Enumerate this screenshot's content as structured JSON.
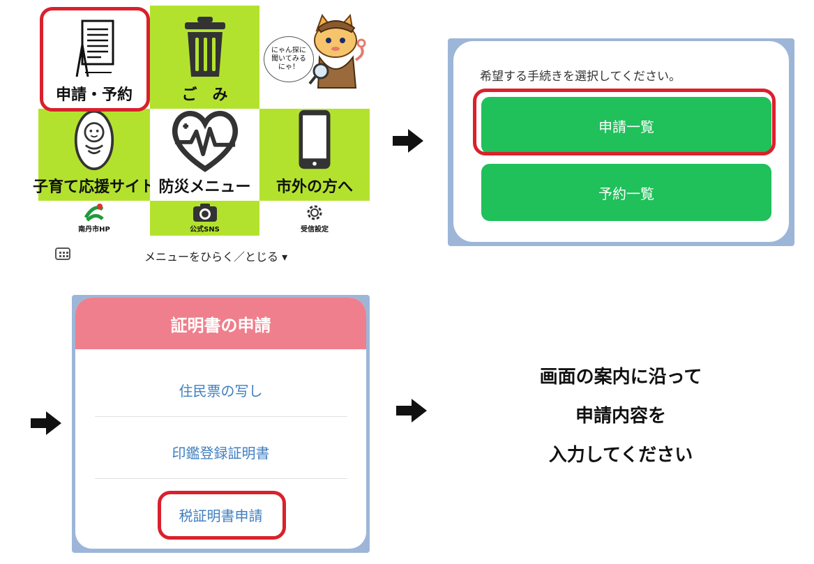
{
  "rich_menu": {
    "tiles": [
      {
        "label": "申請・予約",
        "icon": "document-icon"
      },
      {
        "label": "ご　み",
        "icon": "trash-can-icon"
      },
      {
        "label": "子育て応援サイト",
        "icon": "baby-icon"
      },
      {
        "label": "防災メニュー",
        "icon": "heart-pulse-icon"
      },
      {
        "label": "市外の方へ",
        "icon": "smartphone-icon"
      }
    ],
    "mascot_bubble": "にゃん探に\n聞いてみる\nにゃ！",
    "small_tiles": [
      {
        "label": "南丹市HP",
        "icon": "city-logo-icon"
      },
      {
        "label": "公式SNS",
        "icon": "camera-icon"
      },
      {
        "label": "受信設定",
        "icon": "gear-icon"
      }
    ],
    "menu_toggle": "メニューをひらく／とじる ▾"
  },
  "procedure_panel": {
    "prompt": "希望する手続きを選択してください。",
    "options": [
      "申請一覧",
      "予約一覧"
    ]
  },
  "certificate_panel": {
    "title": "証明書の申請",
    "items": [
      "住民票の写し",
      "印鑑登録証明書",
      "税証明書申請"
    ]
  },
  "instruction": [
    "画面の案内に沿って",
    "申請内容を",
    "入力してください"
  ],
  "colors": {
    "lime": "#b3e22e",
    "highlight_red": "#d9212c",
    "button_green": "#20c05a",
    "header_pink": "#ef7f8c",
    "link_blue": "#3f7fbf"
  }
}
